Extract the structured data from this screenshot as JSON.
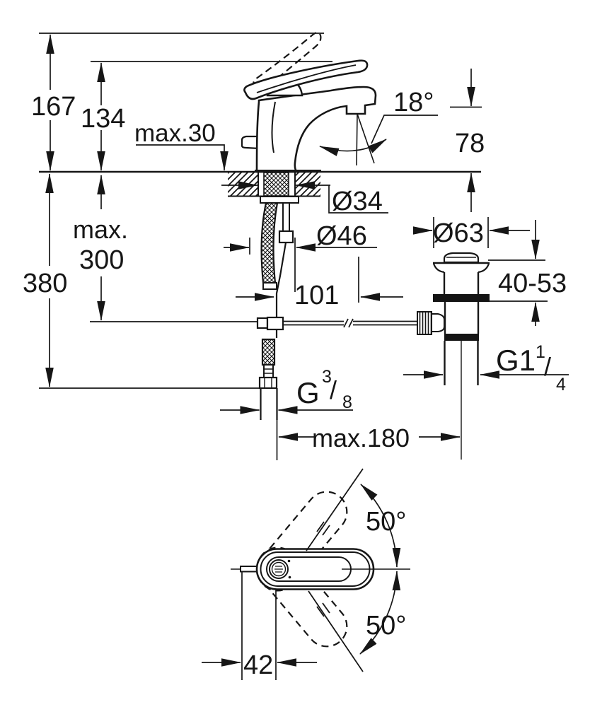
{
  "drawing": {
    "type": "faucet-installation-dimension-drawing",
    "colors": {
      "ink": "#161616",
      "paper": "#ffffff"
    },
    "front": {
      "overall_height": "167",
      "body_height": "134",
      "deck_max": "max.30",
      "spout_angle": "18°",
      "spout_height": "78",
      "hole_dia": "Ø34",
      "base_dia": "Ø46",
      "hose_max_1": "max.",
      "hose_max_2": "300",
      "supply_len": "380",
      "spout_reach": "101",
      "popup_dia": "Ø63",
      "popup_range": "40-53",
      "drain_offset": "max.180",
      "popup_thread": {
        "main": "G1",
        "sup": "1",
        "slash": "/",
        "sub": "4"
      },
      "supply_thread": {
        "main": "G",
        "sup": "3",
        "slash": "/",
        "sub": "8"
      }
    },
    "top": {
      "swivel_upper": "50°",
      "swivel_lower": "50°",
      "handle_offset": "42"
    }
  }
}
